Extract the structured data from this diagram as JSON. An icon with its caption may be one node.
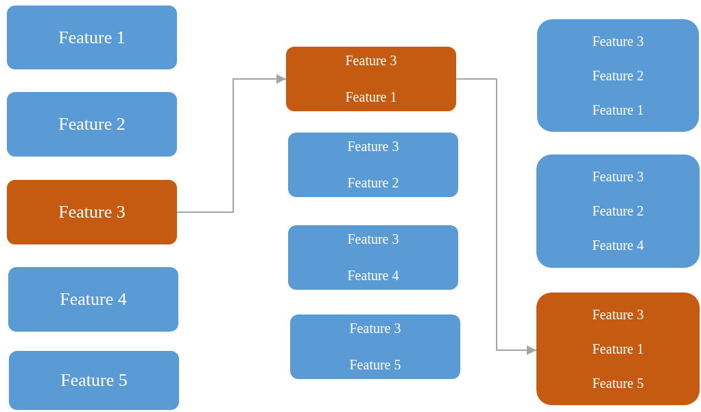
{
  "diagram": {
    "nodes": [
      {
        "text": [
          "Feature 1"
        ]
      },
      {
        "text": [
          "Feature 2"
        ]
      },
      {
        "text": [
          "Feature 3"
        ]
      },
      {
        "text": [
          "Feature 4"
        ]
      },
      {
        "text": [
          "Feature 5"
        ]
      },
      {
        "text": [
          "Feature 3",
          "Feature 1"
        ]
      },
      {
        "text": [
          "Feature 3",
          "Feature 2"
        ]
      },
      {
        "text": [
          "Feature 3",
          "Feature 4"
        ]
      },
      {
        "text": [
          "Feature 3",
          "Feature 5"
        ]
      },
      {
        "text": [
          "Feature 3",
          "Feature 2",
          "Feature 1"
        ]
      },
      {
        "text": [
          "Feature 3",
          "Feature 2",
          "Feature 4"
        ]
      },
      {
        "text": [
          "Feature 3",
          "Feature 1",
          "Feature 5"
        ]
      }
    ],
    "edges": [
      {
        "from": 2,
        "to": 5,
        "arrow": "to"
      },
      {
        "from": 5,
        "to": 11,
        "arrow": "to"
      }
    ]
  }
}
